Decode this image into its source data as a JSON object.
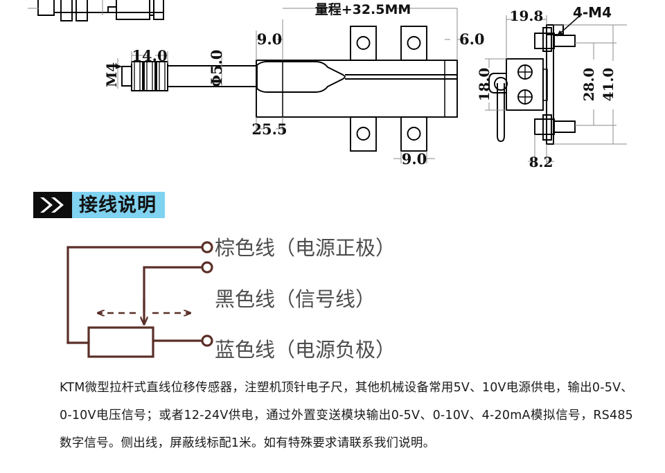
{
  "drawing": {
    "title_note": "KTM miniature pull-rod linear displacement sensor outline drawing",
    "front_view": {
      "dim_m4": "M4",
      "dim_14": "14.0",
      "dim_phi5": "Φ5.0",
      "dim_9_top": "9.0",
      "dim_range": "量程+32.5MM",
      "dim_6": "6.0",
      "dim_25_5": "25.5",
      "dim_9_bottom": "9.0"
    },
    "side_view": {
      "dim_19_8": "19.8",
      "dim_4m4": "4-M4",
      "dim_18": "18.0",
      "dim_28": "28.0",
      "dim_41": "41.0",
      "dim_8_2": "8.2"
    }
  },
  "section": {
    "chevron_icon": "double-chevron-right-icon",
    "title": "接线说明",
    "band_color": "#7fd2f0",
    "block_color": "#0d0d0d"
  },
  "wiring": {
    "line_color": "#5a2f28",
    "terminals": [
      {
        "label": "棕色线（电源正极）"
      },
      {
        "label": "黑色线（信号线）"
      },
      {
        "label": "蓝色线（电源负极）"
      }
    ]
  },
  "description": {
    "text": "KTM微型拉杆式直线位移传感器，注塑机顶针电子尺，其他机械设备常用5V、10V电源供电，输出0-5V、0-10V电压信号；或者12-24V供电，通过外置变送模块输出0-5V、0-10V、4-20mA模拟信号，RS485数字信号。侧出线，屏蔽线标配1米。如有特殊要求请联系我们说明。"
  }
}
